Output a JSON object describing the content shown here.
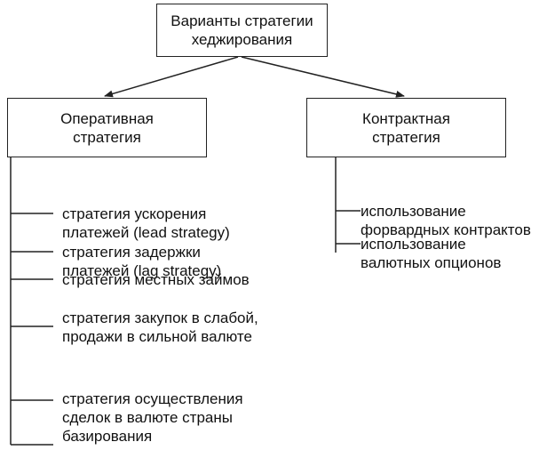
{
  "root": {
    "line1": "Варианты стратегии",
    "line2": "хеджирования"
  },
  "left": {
    "title_line1": "Оперативная",
    "title_line2": "стратегия",
    "items": [
      {
        "lines": [
          "стратегия ускорения",
          "платежей (lead strategy)"
        ]
      },
      {
        "lines": [
          "стратегия задержки",
          "платежей (lag strategy)"
        ]
      },
      {
        "lines": [
          "стратегия местных займов"
        ]
      },
      {
        "lines": [
          "стратегия закупок в слабой,",
          "продажи в сильной валюте"
        ]
      },
      {
        "lines": [
          "стратегия осуществления",
          "сделок в валюте страны",
          "базирования"
        ]
      }
    ]
  },
  "right": {
    "title_line1": "Контрактная",
    "title_line2": "стратегия",
    "items": [
      {
        "lines": [
          "использование",
          "форвардных контрактов"
        ]
      },
      {
        "lines": [
          "использование",
          "валютных опционов"
        ]
      }
    ]
  }
}
